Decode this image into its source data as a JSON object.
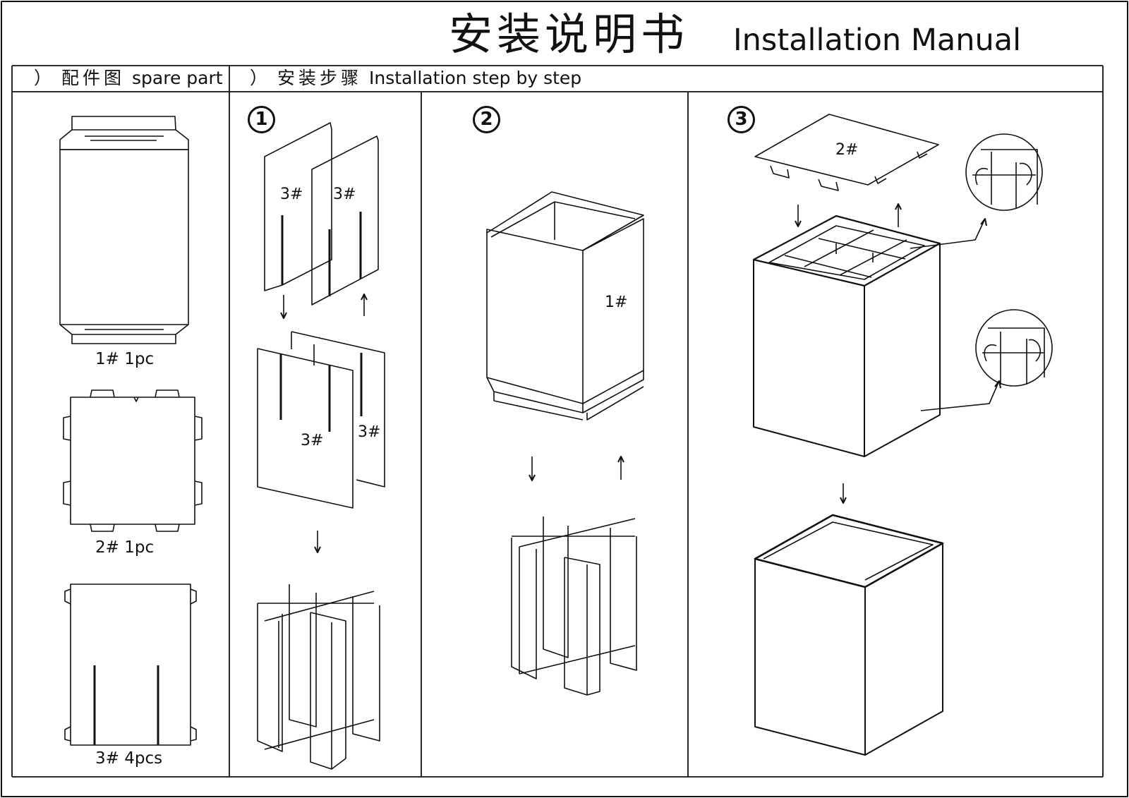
{
  "title": {
    "cn": "安装说明书",
    "en": "Installation Manual"
  },
  "spare_part_header": {
    "bracket": "）",
    "cn": "配件图",
    "en": "spare part"
  },
  "steps_header": {
    "bracket": "）",
    "cn": "安装步骤",
    "en": "Installation step by step"
  },
  "parts": [
    {
      "caption": "1# 1pc",
      "icon": "outer-box-sleeve-icon"
    },
    {
      "caption": "2# 1pc",
      "icon": "lid-pad-icon"
    },
    {
      "caption": "3# 4pcs",
      "icon": "slotted-divider-panel-icon"
    }
  ],
  "steps": [
    {
      "number": "1",
      "labels": [
        "3#",
        "3#",
        "3#",
        "3#"
      ]
    },
    {
      "number": "2",
      "labels": [
        "1#"
      ]
    },
    {
      "number": "3",
      "labels": [
        "2#"
      ]
    }
  ],
  "colors": {
    "line": "#111111",
    "background": "#ffffff"
  }
}
